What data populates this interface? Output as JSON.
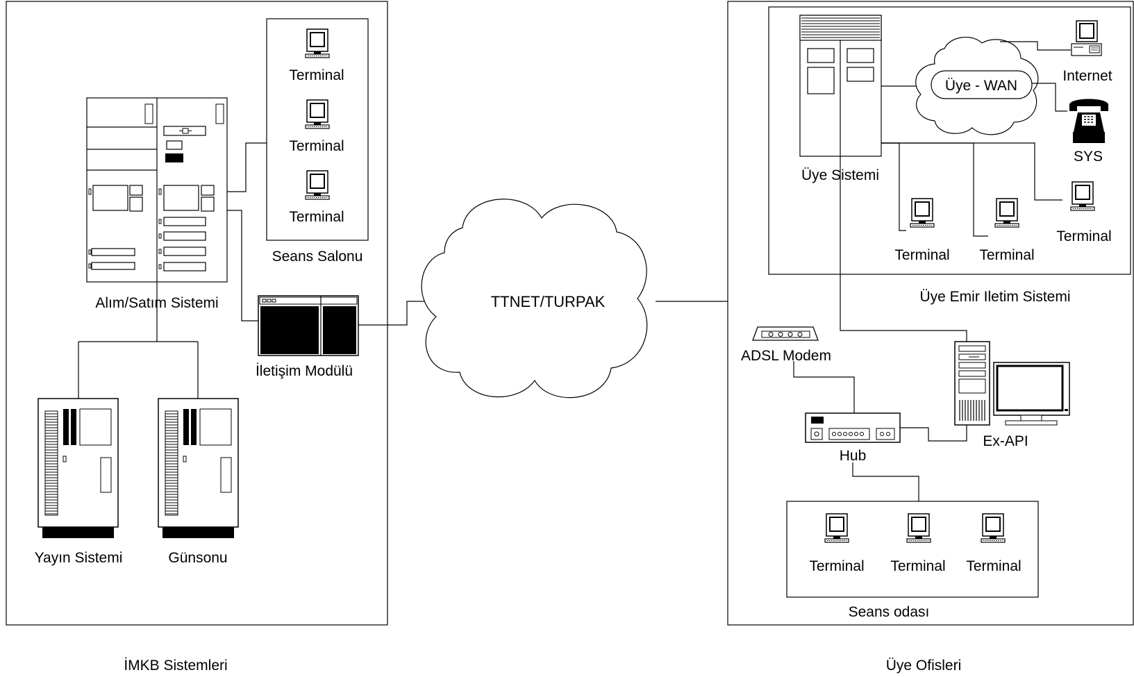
{
  "left_panel": {
    "caption": "İMKB Sistemleri",
    "trading_system": "Alım/Satım Sistemi",
    "broadcast_system": "Yayın Sistemi",
    "end_of_day": "Günsonu",
    "comm_module": "İletişim Modülü",
    "session_hall": {
      "caption": "Seans Salonu",
      "terminals": [
        "Terminal",
        "Terminal",
        "Terminal"
      ]
    }
  },
  "cloud_center": {
    "label": "TTNET/TURPAK"
  },
  "right_panel": {
    "caption": "Üye Ofisleri",
    "order_system": {
      "caption": "Üye Emir Iletim Sistemi",
      "member_system": "Üye Sistemi",
      "wan": "Üye - WAN",
      "internet": "Internet",
      "sys": "SYS",
      "terminals": [
        "Terminal",
        "Terminal",
        "Terminal"
      ]
    },
    "adsl_modem": "ADSL Modem",
    "hub": "Hub",
    "ex_api": "Ex-API",
    "session_room": {
      "caption": "Seans odası",
      "terminals": [
        "Terminal",
        "Terminal",
        "Terminal"
      ]
    }
  }
}
